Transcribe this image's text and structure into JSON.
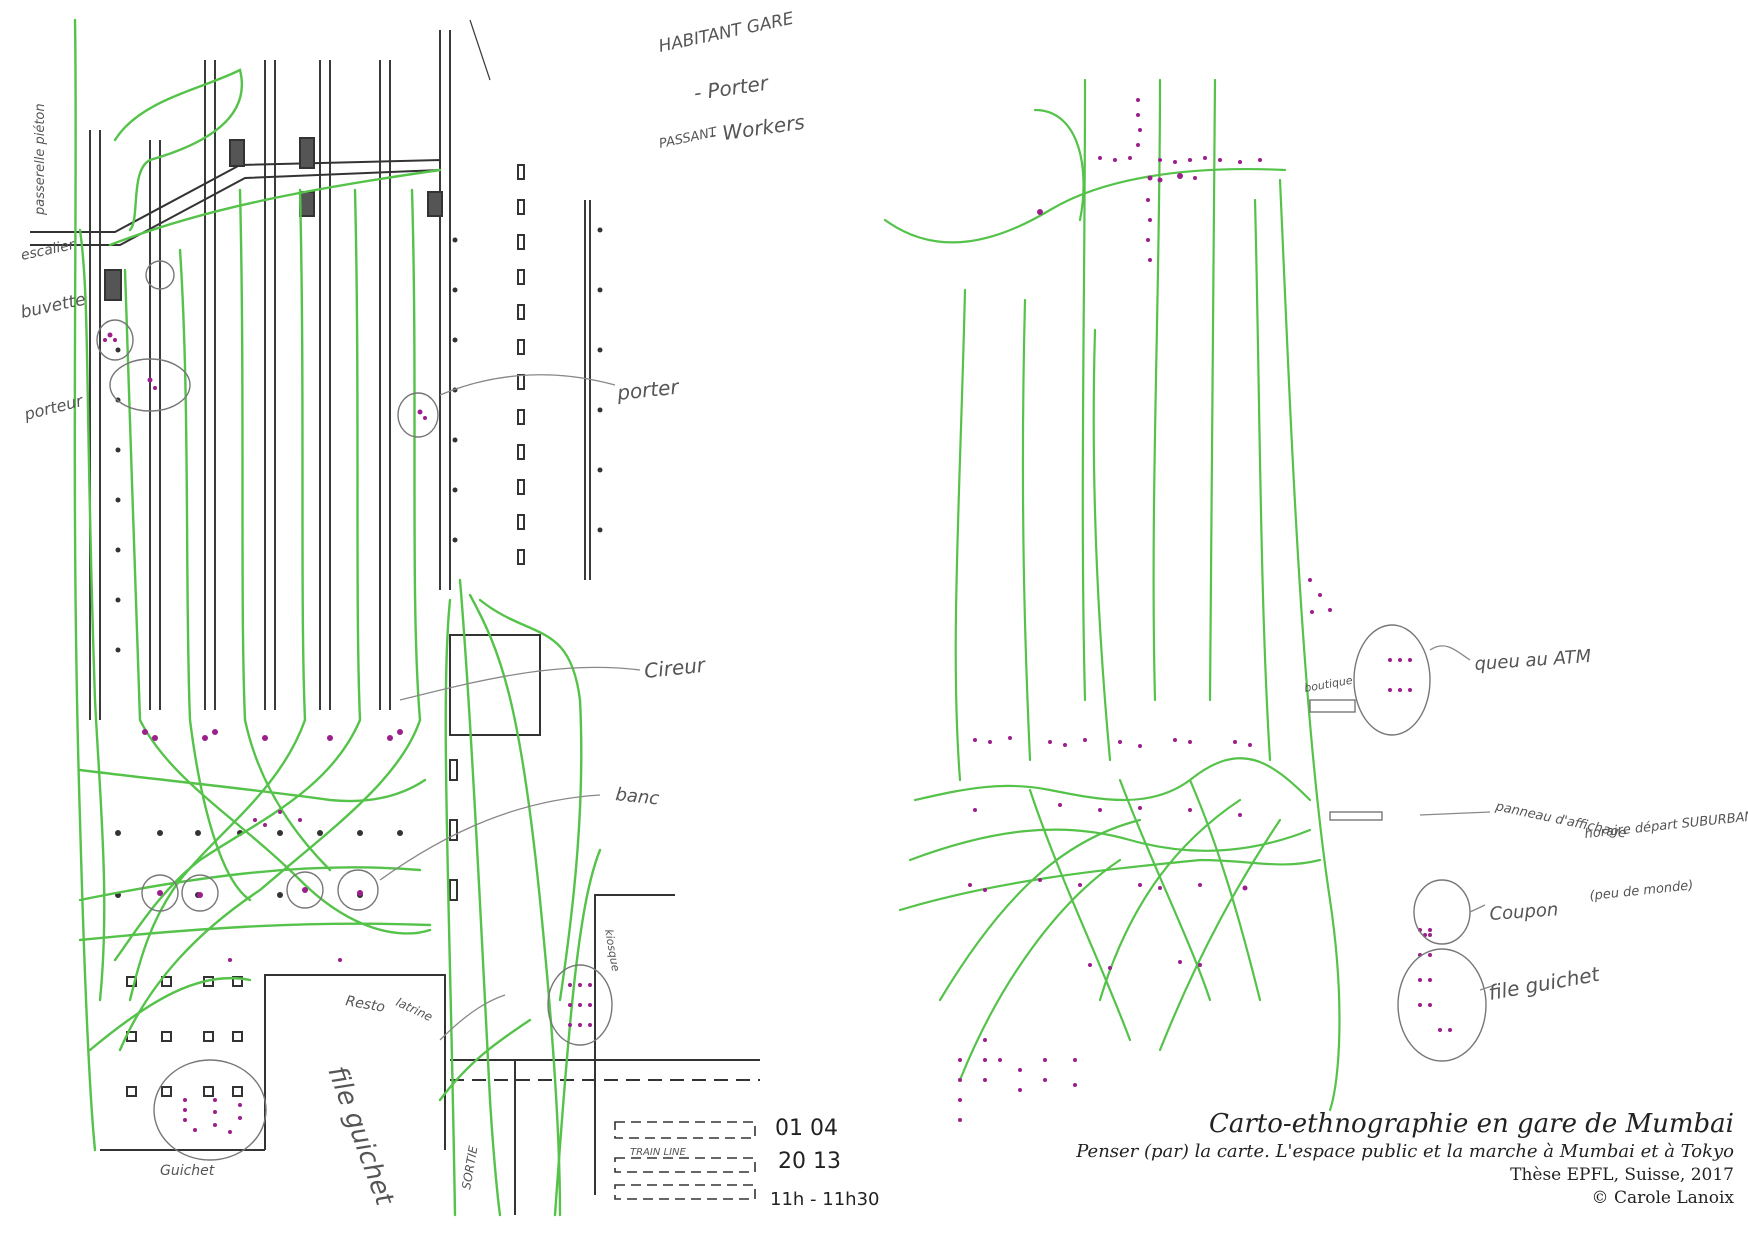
{
  "left_sketch": {
    "notes": {
      "legend": [
        "HABITANT GARE",
        "- Porter",
        "- Workers"
      ],
      "legend_side": "PASSANT",
      "passerelle": "passerelle piéton",
      "escalier": "escalier",
      "buvette": "buvette",
      "porteur_left": "porteur",
      "porter_right": "porter",
      "cireur": "Cireur",
      "banc": "banc",
      "resto": "Resto",
      "latrine": "latrine",
      "file_guichet": "file guichet",
      "guichet": "Guichet",
      "kiosque": "kiosque",
      "sortie": "SORTIE",
      "date": "01 04",
      "year": "20 13",
      "time": "11h - 11h30",
      "train_line": "TRAIN LINE"
    }
  },
  "right_sketch": {
    "notes": {
      "queue_atm": "queu au ATM",
      "boutique": "boutique",
      "panneau": "panneau d'affichage",
      "horaire": "horaire départ SUBURBAN",
      "peu_demande": "(peu de monde)",
      "coupon": "Coupon",
      "file_guichet": "file guichet"
    }
  },
  "caption": {
    "title": "Carto-ethnographie en gare de Mumbai",
    "subtitle": "Penser (par) la carte. L'espace public et la marche à Mumbai et à Tokyo",
    "thesis": "Thèse EPFL, Suisse, 2017",
    "copyright": "© Carole Lanoix"
  },
  "colors": {
    "path": "#55c24a",
    "people": "#9b1f8c",
    "pencil": "#3a3a3a"
  }
}
